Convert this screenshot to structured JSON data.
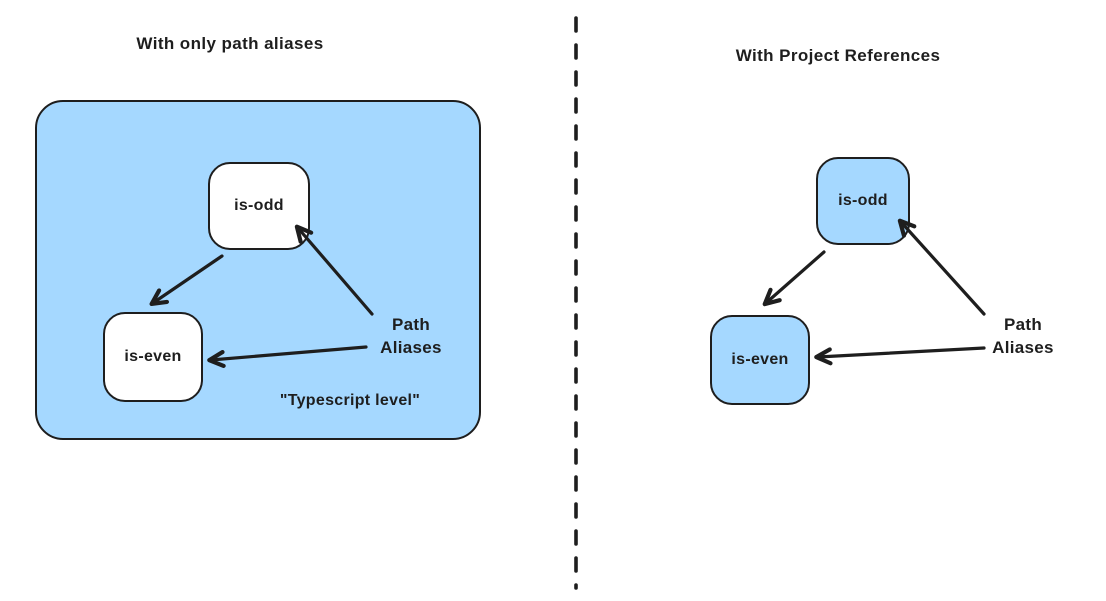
{
  "colors": {
    "node_fill_blue": "#a5d8ff",
    "node_fill_white": "#ffffff",
    "stroke": "#1e1e1e",
    "background": "#ffffff"
  },
  "left": {
    "title": "With only path aliases",
    "node_odd": "is-odd",
    "node_even": "is-even",
    "annotation_line1": "Path",
    "annotation_line2": "Aliases",
    "caption": "\"Typescript level\""
  },
  "right": {
    "title": "With Project References",
    "node_odd": "is-odd",
    "node_even": "is-even",
    "annotation_line1": "Path",
    "annotation_line2": "Aliases"
  }
}
